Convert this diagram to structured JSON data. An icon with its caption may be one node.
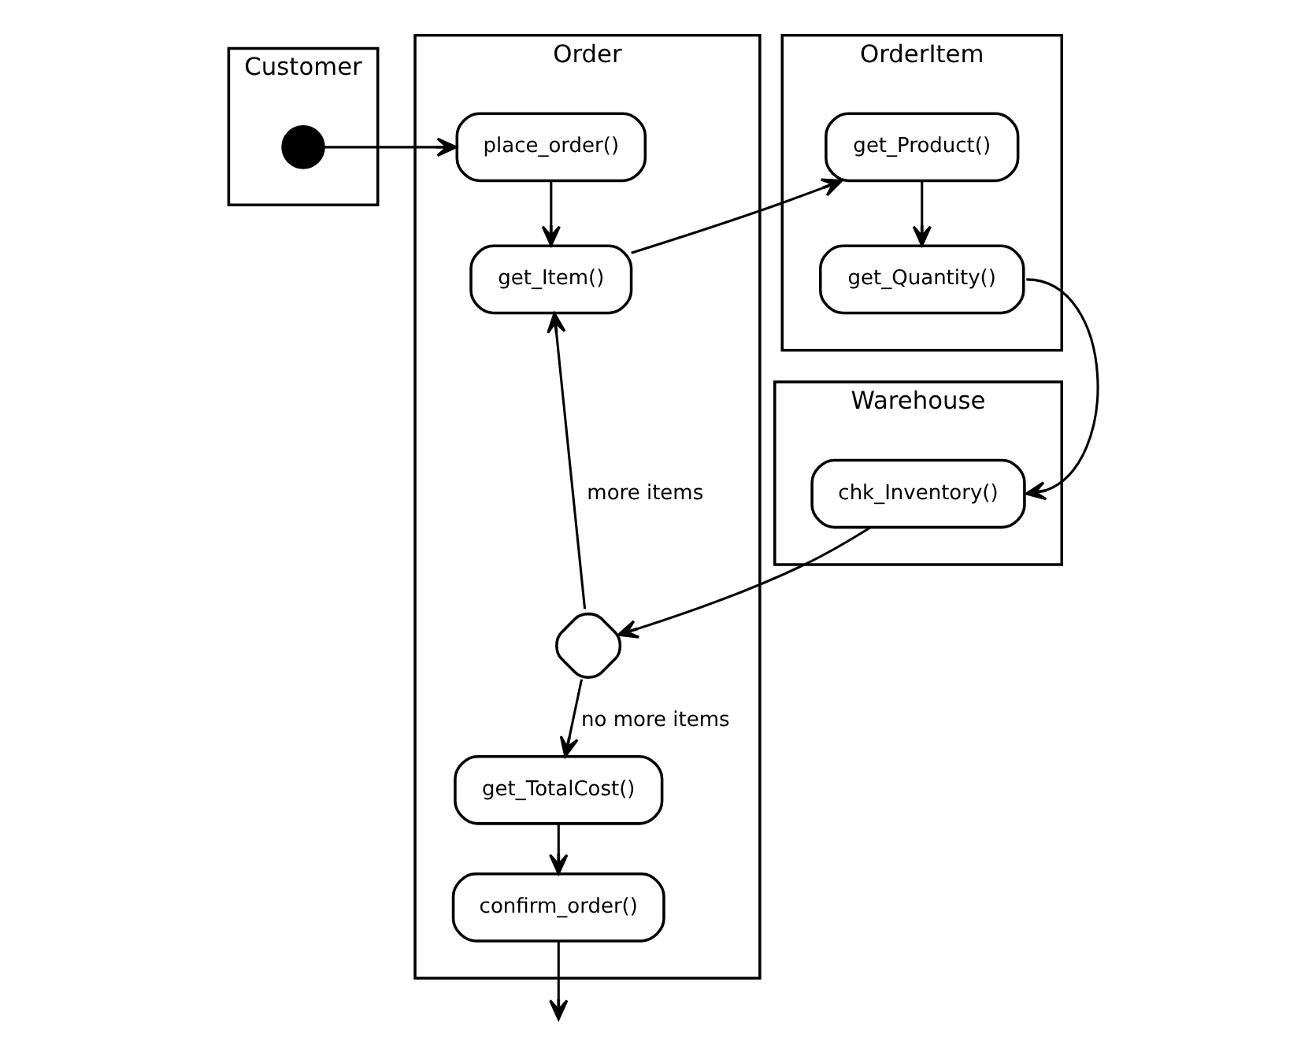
{
  "diagram": {
    "nodes": [
      {
        "text": [
          "Customer"
        ]
      },
      {
        "text": [
          "Order"
        ]
      },
      {
        "text": [
          "OrderItem"
        ]
      },
      {
        "text": [
          "Warehouse"
        ]
      },
      {
        "text": [],
        "shape": "circle",
        "in": 0
      },
      {
        "text": [
          "place_order()"
        ],
        "in": 1
      },
      {
        "text": [
          "get_Item()"
        ],
        "in": 1
      },
      {
        "text": [
          "get_Product()"
        ],
        "in": 2
      },
      {
        "text": [
          "get_Quantity()"
        ],
        "in": 2
      },
      {
        "text": [
          "chk_Inventory()"
        ],
        "in": 3
      },
      {
        "text": [],
        "shape": "diamond",
        "in": 1
      },
      {
        "text": [
          "get_TotalCost()"
        ],
        "in": 1
      },
      {
        "text": [
          "confirm_order()"
        ],
        "in": 1
      }
    ],
    "edges": [
      {
        "from": 4,
        "to": 5,
        "arrow": "to"
      },
      {
        "from": 5,
        "to": 6,
        "arrow": "to"
      },
      {
        "from": 6,
        "to": 7,
        "arrow": "to"
      },
      {
        "from": 7,
        "to": 8,
        "arrow": "to"
      },
      {
        "from": 8,
        "to": 9,
        "arrow": "to"
      },
      {
        "from": 9,
        "to": 10,
        "arrow": "to"
      },
      {
        "from": 10,
        "to": 6,
        "arrow": "to",
        "label": "more items"
      },
      {
        "from": 10,
        "to": 11,
        "arrow": "to",
        "label": "no more items"
      },
      {
        "from": 11,
        "to": 12,
        "arrow": "to"
      },
      {
        "from": 12,
        "to": null,
        "arrow": "to"
      }
    ]
  }
}
